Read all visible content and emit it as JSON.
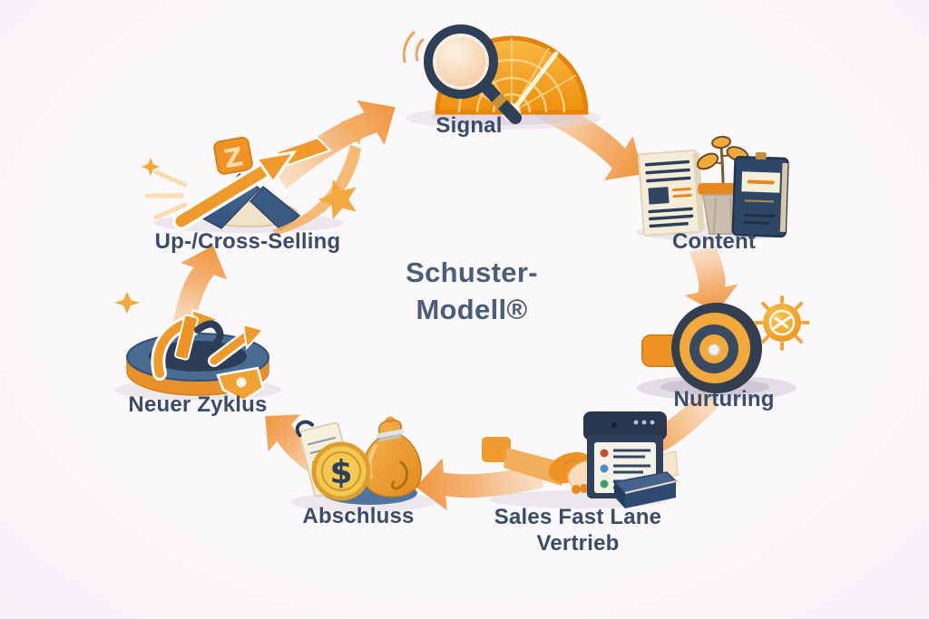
{
  "title": {
    "line1": "Schuster-",
    "line2": "Modell®"
  },
  "stages": [
    {
      "name": "signal",
      "label": "Signal",
      "icon": "magnifier-radar-icon"
    },
    {
      "name": "content",
      "label": "Content",
      "icon": "document-plant-book-icon"
    },
    {
      "name": "nurturing",
      "label": "Nurturing",
      "icon": "bullseye-target-sun-icon"
    },
    {
      "name": "sales-fast-lane",
      "label": "Sales Fast Lane Vertrieb",
      "icon": "handshake-checklist-box-icon"
    },
    {
      "name": "abschluss",
      "label": "Abschluss",
      "icon": "money-bag-dollar-coin-icon"
    },
    {
      "name": "neuer-zyklus",
      "label": "Neuer Zyklus",
      "icon": "cycle-restart-arrows-icon"
    },
    {
      "name": "up-cross-selling",
      "label": "Up-/Cross-Selling",
      "icon": "growth-arrows-star-icon"
    }
  ],
  "cycle_order": [
    "Signal",
    "Content",
    "Nurturing",
    "Sales Fast Lane Vertrieb",
    "Abschluss",
    "Neuer Zyklus",
    "Up-/Cross-Selling"
  ],
  "icons": {
    "dollar_glyph": "$",
    "z_glyph": "Z"
  },
  "colors": {
    "background": "#faf7fa",
    "label_text": "#3a4c68",
    "title_text": "#4c5d78",
    "arrow_orange": "#f09c44",
    "icon_orange": "#ef9325",
    "icon_navy": "#2e4057",
    "icon_cream": "#f5eedb",
    "icon_blue": "#44648e"
  }
}
